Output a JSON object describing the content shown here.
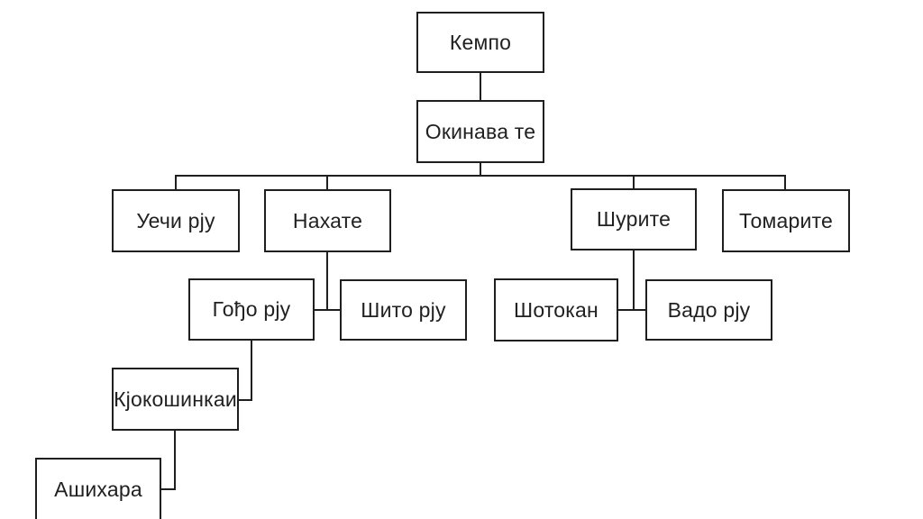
{
  "diagram": {
    "type": "tree",
    "language": "Serbian (Cyrillic)",
    "topic": "Kempo / karate styles lineage",
    "nodes": {
      "kempo": {
        "label": "Кемпо"
      },
      "okinava_te": {
        "label": "Окинава те"
      },
      "uechi_rju": {
        "label": "Уечи рју"
      },
      "nahate": {
        "label": "Нахате"
      },
      "shurite": {
        "label": "Шурите"
      },
      "tomarite": {
        "label": "Томарите"
      },
      "godjo_rju": {
        "label": "Гођо рју"
      },
      "shito_rju": {
        "label": "Шито рју"
      },
      "shotokan": {
        "label": "Шотокан"
      },
      "vado_rju": {
        "label": "Вадо рју"
      },
      "kjokoshinkai": {
        "label": "Кјокошинкаи"
      },
      "ashihara": {
        "label": "Ашихара"
      }
    },
    "edges": [
      [
        "Кемпо",
        "Окинава те"
      ],
      [
        "Окинава те",
        "Уечи рју"
      ],
      [
        "Окинава те",
        "Нахате"
      ],
      [
        "Окинава те",
        "Шурите"
      ],
      [
        "Окинава те",
        "Томарите"
      ],
      [
        "Нахате",
        "Гођо рју"
      ],
      [
        "Нахате",
        "Шито рју"
      ],
      [
        "Шурите",
        "Шотокан"
      ],
      [
        "Шурите",
        "Вадо рју"
      ],
      [
        "Гођо рју",
        "Кјокошинкаи"
      ],
      [
        "Кјокошинкаи",
        "Ашихара"
      ]
    ],
    "colors": {
      "background": "#ffffff",
      "box_fill": "#ffffff",
      "box_border": "#1f1f1f",
      "line": "#1f1f1f",
      "text": "#212121"
    }
  }
}
